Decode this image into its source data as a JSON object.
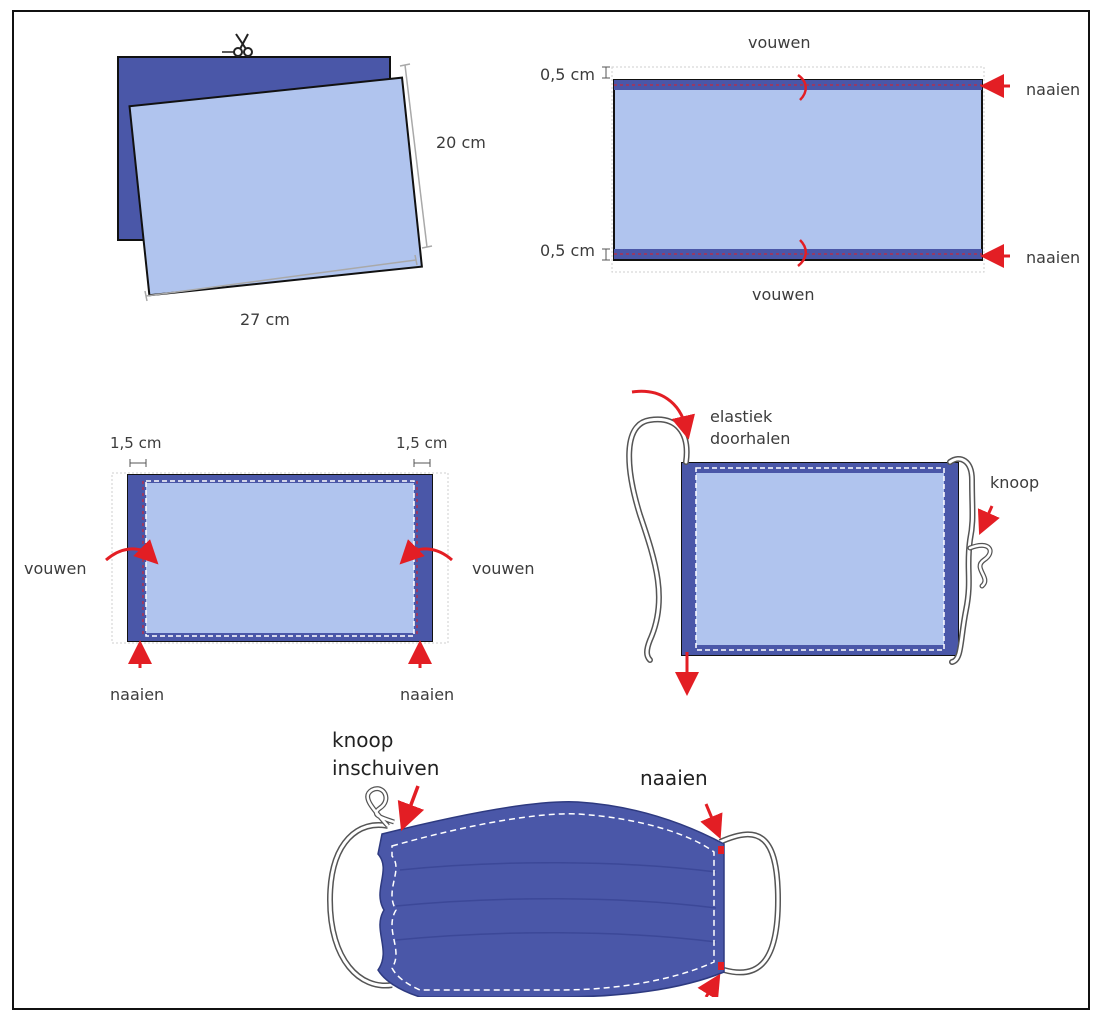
{
  "colors": {
    "fabric_dark": "#4a57a8",
    "fabric_light": "#b0c4ee",
    "accent_red": "#e31e24",
    "outline": "#111111",
    "dim_line": "#a9a9a9",
    "stitch": "#ffffff"
  },
  "icons": {
    "scissors": "scissors-icon"
  },
  "step1": {
    "height_label": "20 cm",
    "width_label": "27 cm"
  },
  "step2": {
    "fold_top_label": "vouwen",
    "fold_bottom_label": "vouwen",
    "margin_top_label": "0,5 cm",
    "margin_bottom_label": "0,5 cm",
    "sew_top_label": "naaien",
    "sew_bottom_label": "naaien"
  },
  "step3": {
    "margin_left_label": "1,5 cm",
    "margin_right_label": "1,5 cm",
    "fold_left_label": "vouwen",
    "fold_right_label": "vouwen",
    "sew_left_label": "naaien",
    "sew_right_label": "naaien"
  },
  "step4": {
    "elastic_label_line1": "elastiek",
    "elastic_label_line2": "doorhalen",
    "knot_label": "knoop"
  },
  "step5": {
    "knot_label_line1": "knoop",
    "knot_label_line2": "inschuiven",
    "sew_label": "naaien"
  }
}
